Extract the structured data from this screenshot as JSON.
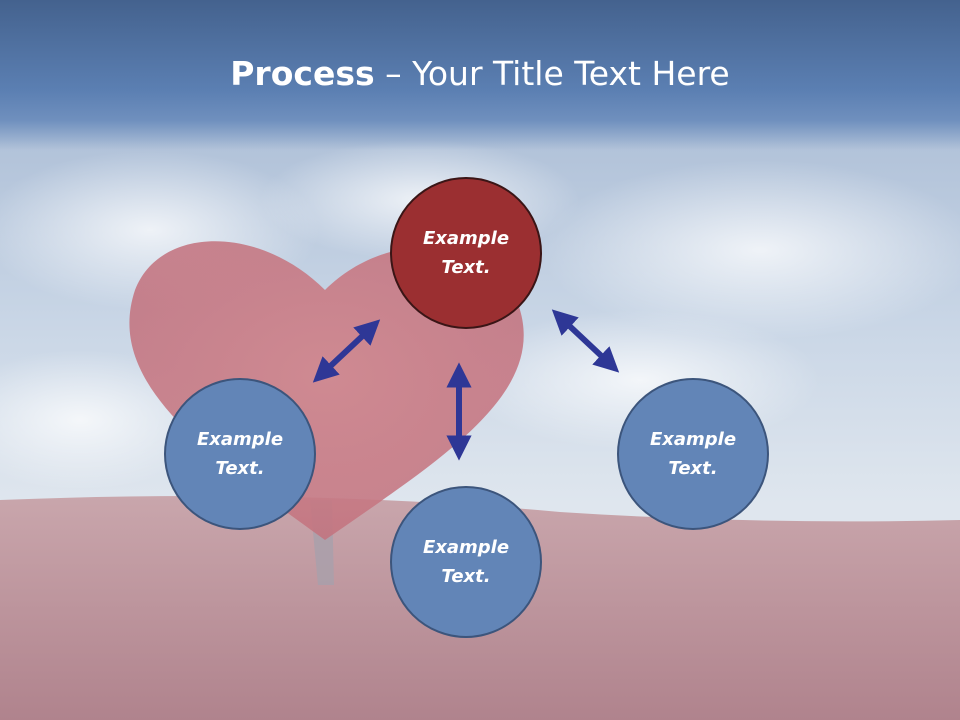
{
  "title": {
    "bold": "Process",
    "rest": " – Your Title Text Here"
  },
  "nodes": [
    {
      "label": "Example Text."
    },
    {
      "label": "Example Text."
    },
    {
      "label": "Example Text."
    },
    {
      "label": "Example Text."
    }
  ],
  "colors": {
    "title_band": "#4a6a98",
    "node_blue": "#6285b7",
    "node_red": "#9b2f31",
    "arrow": "#2e3796"
  }
}
